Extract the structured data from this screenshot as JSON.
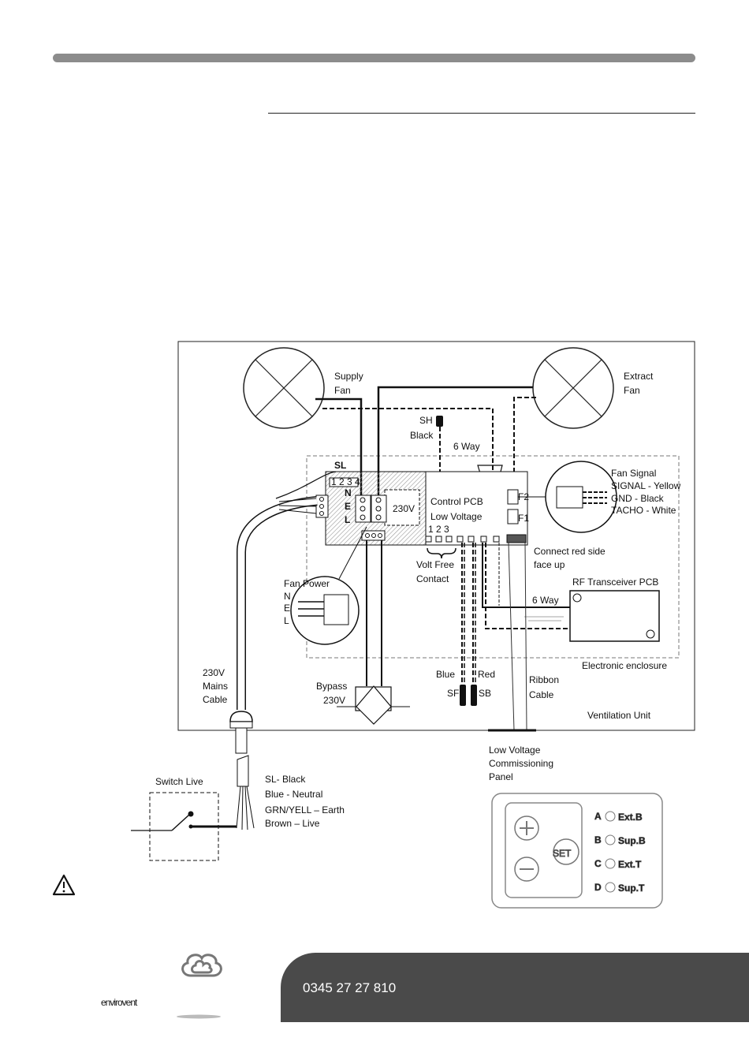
{
  "labels": {
    "supply_fan": [
      "Supply",
      "Fan"
    ],
    "extract_fan": [
      "Extract",
      "Fan"
    ],
    "sh": [
      "SH",
      "Black"
    ],
    "six_way_top": "6 Way",
    "sl": "SL",
    "terminal_nums": "1 2 3 4",
    "n": "N",
    "e": "E",
    "l": "L",
    "v230": "230V",
    "control_pcb": [
      "Control PCB",
      "Low Voltage"
    ],
    "pcb_nums": "1  2  3",
    "f2": "F2",
    "f1": "F1",
    "fan_signal": [
      "Fan Signal",
      "SIGNAL - Yellow",
      "GND      - Black",
      "TACHO - White"
    ],
    "connect_red": [
      "Connect red side",
      "face up"
    ],
    "volt_free": [
      "Volt Free",
      "Contact"
    ],
    "rf_pcb": "RF Transceiver PCB",
    "six_way_bottom": "6 Way",
    "fan_power": [
      "Fan Power",
      "N",
      "E",
      "L"
    ],
    "electronic_enclosure": "Electronic enclosure",
    "mains": [
      "230V",
      "Mains",
      "Cable"
    ],
    "bypass": [
      "Bypass",
      "230V"
    ],
    "blue": "Blue",
    "red": "Red",
    "sf": "SF",
    "sb": "SB",
    "ribbon": [
      "Ribbon",
      "Cable"
    ],
    "ventilation_unit": "Ventilation Unit",
    "low_voltage_panel": [
      "Low Voltage",
      "Commissioning",
      "Panel"
    ],
    "switch_live": "Switch Live",
    "wire_colours": [
      "SL- Black",
      "Blue - Neutral",
      "GRN/YELL – Earth",
      "Brown – Live"
    ],
    "panel_rows": [
      {
        "letter": "A",
        "name": "Ext.B"
      },
      {
        "letter": "B",
        "name": "Sup.B"
      },
      {
        "letter": "C",
        "name": "Ext.T"
      },
      {
        "letter": "D",
        "name": "Sup.T"
      }
    ],
    "set": "SET"
  },
  "footer": {
    "phone": "0345 27 27 810",
    "brand": "envirovent"
  },
  "colors": {
    "footer_bg": "#4a4a4a",
    "top_bar": "#8c8c8c"
  }
}
